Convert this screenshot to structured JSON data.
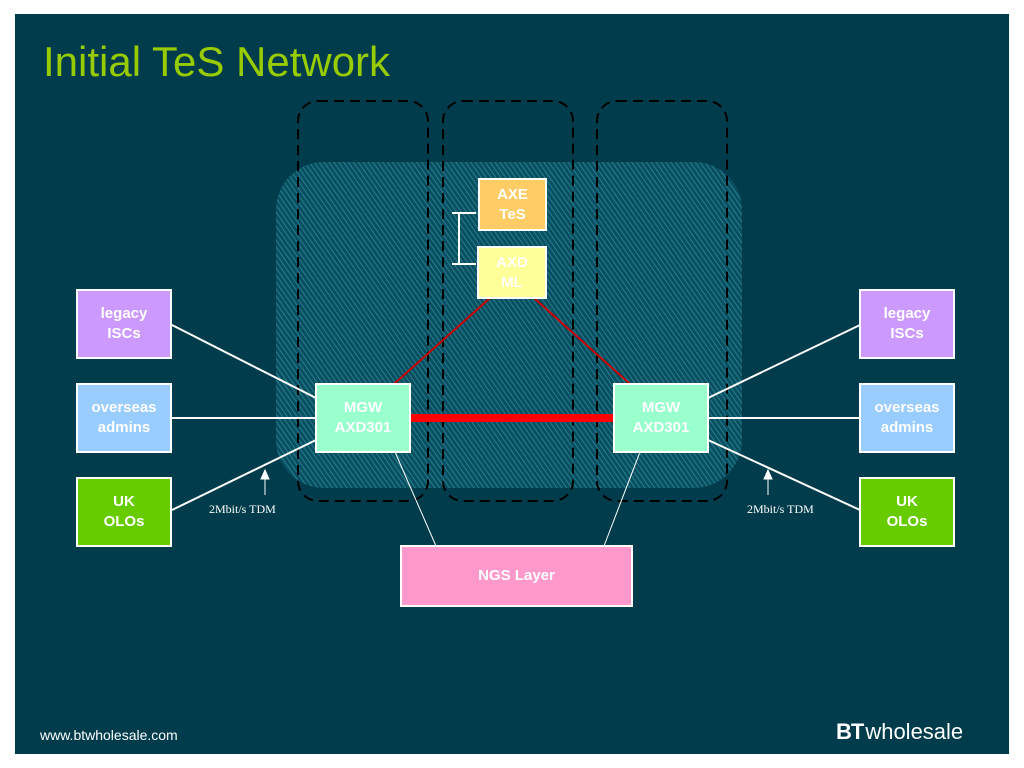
{
  "slide": {
    "title": "Initial TeS Network",
    "footer_url": "www.btwholesale.com",
    "logo": {
      "mark": "BT",
      "text": "wholesale"
    }
  },
  "colors": {
    "background": "#003c4c",
    "title": "#99cc00",
    "core_link": "#ff0000",
    "isc": "#cc99ff",
    "overseas": "#99ccff",
    "olo": "#66cc00",
    "mgw": "#99ffcc",
    "axe": "#ffcc66",
    "axd": "#ffff99",
    "ngs": "#ff99cc"
  },
  "nodes": {
    "axe_tes": "AXE\nTeS",
    "axd_ml": "AXD\nML",
    "mgw_left": "MGW\nAXD301",
    "mgw_right": "MGW\nAXD301",
    "ngs_layer": "NGS Layer",
    "left": {
      "legacy_iscs": "legacy\nISCs",
      "overseas_admins": "overseas\nadmins",
      "uk_olos": "UK\nOLOs"
    },
    "right": {
      "legacy_iscs": "legacy\nISCs",
      "overseas_admins": "overseas\nadmins",
      "uk_olos": "UK\nOLOs"
    }
  },
  "annotations": {
    "left_link_label": "2Mbit/s TDM",
    "right_link_label": "2Mbit/s TDM"
  }
}
